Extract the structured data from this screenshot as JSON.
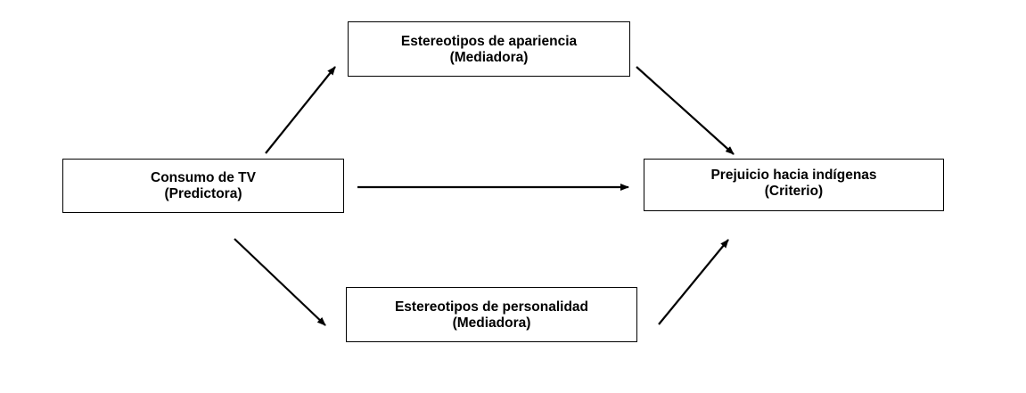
{
  "diagram": {
    "nodes": {
      "appearance": {
        "line1": "Estereotipos de apariencia",
        "line2": "(Mediadora)"
      },
      "tv": {
        "line1": "Consumo de TV",
        "line2": "(Predictora)"
      },
      "prejudice": {
        "line1": "Prejuicio hacia indígenas",
        "line2": "(Criterio)"
      },
      "personality": {
        "line1": "Estereotipos de personalidad",
        "line2": "(Mediadora)"
      }
    },
    "edges": [
      {
        "from": "tv",
        "to": "appearance"
      },
      {
        "from": "appearance",
        "to": "prejudice"
      },
      {
        "from": "tv",
        "to": "prejudice"
      },
      {
        "from": "tv",
        "to": "personality"
      },
      {
        "from": "personality",
        "to": "prejudice"
      }
    ],
    "colors": {
      "stroke": "#000000",
      "background": "#ffffff"
    }
  }
}
